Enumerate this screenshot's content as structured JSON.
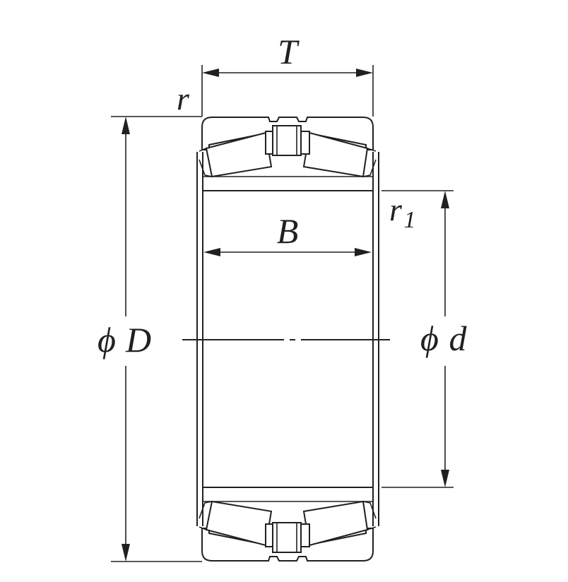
{
  "diagram": {
    "labels": {
      "T": "T",
      "r": "r",
      "B": "B",
      "r1_base": "r",
      "r1_sub": "1",
      "phi_D_symbol": "ϕ",
      "phi_D_letter": "D",
      "phi_d_symbol": "ϕ",
      "phi_d_letter": "d"
    },
    "colors": {
      "line": "#231f20",
      "background": "#ffffff"
    }
  }
}
